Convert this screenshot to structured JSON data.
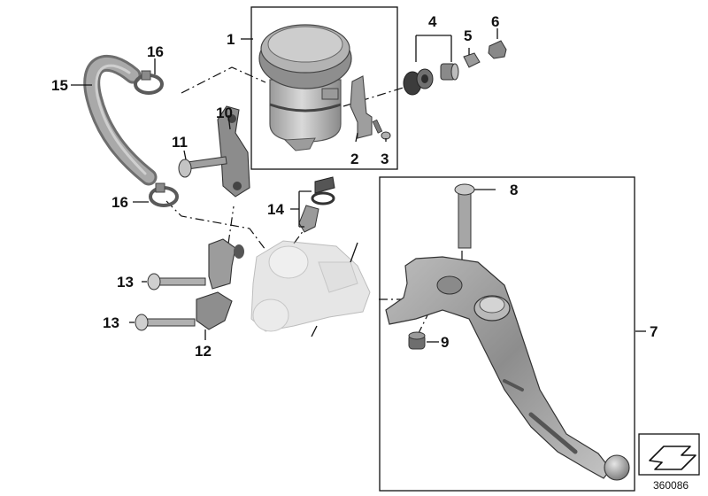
{
  "diagram": {
    "callouts": {
      "p1": "1",
      "p2": "2",
      "p3": "3",
      "p4": "4",
      "p5": "5",
      "p6": "6",
      "p7": "7",
      "p8": "8",
      "p9": "9",
      "p10": "10",
      "p11": "11",
      "p12": "12",
      "p13a": "13",
      "p13b": "13",
      "p14": "14",
      "p15": "15",
      "p16a": "16",
      "p16b": "16"
    },
    "reference_number": "360086",
    "nav_icon": "forward-arrow-icon",
    "colors": {
      "part_light": "#d6d6d6",
      "part_mid": "#a8a8a8",
      "part_dark": "#6e6e6e",
      "hose": "#8f8f8f",
      "lines": "#111111"
    }
  }
}
